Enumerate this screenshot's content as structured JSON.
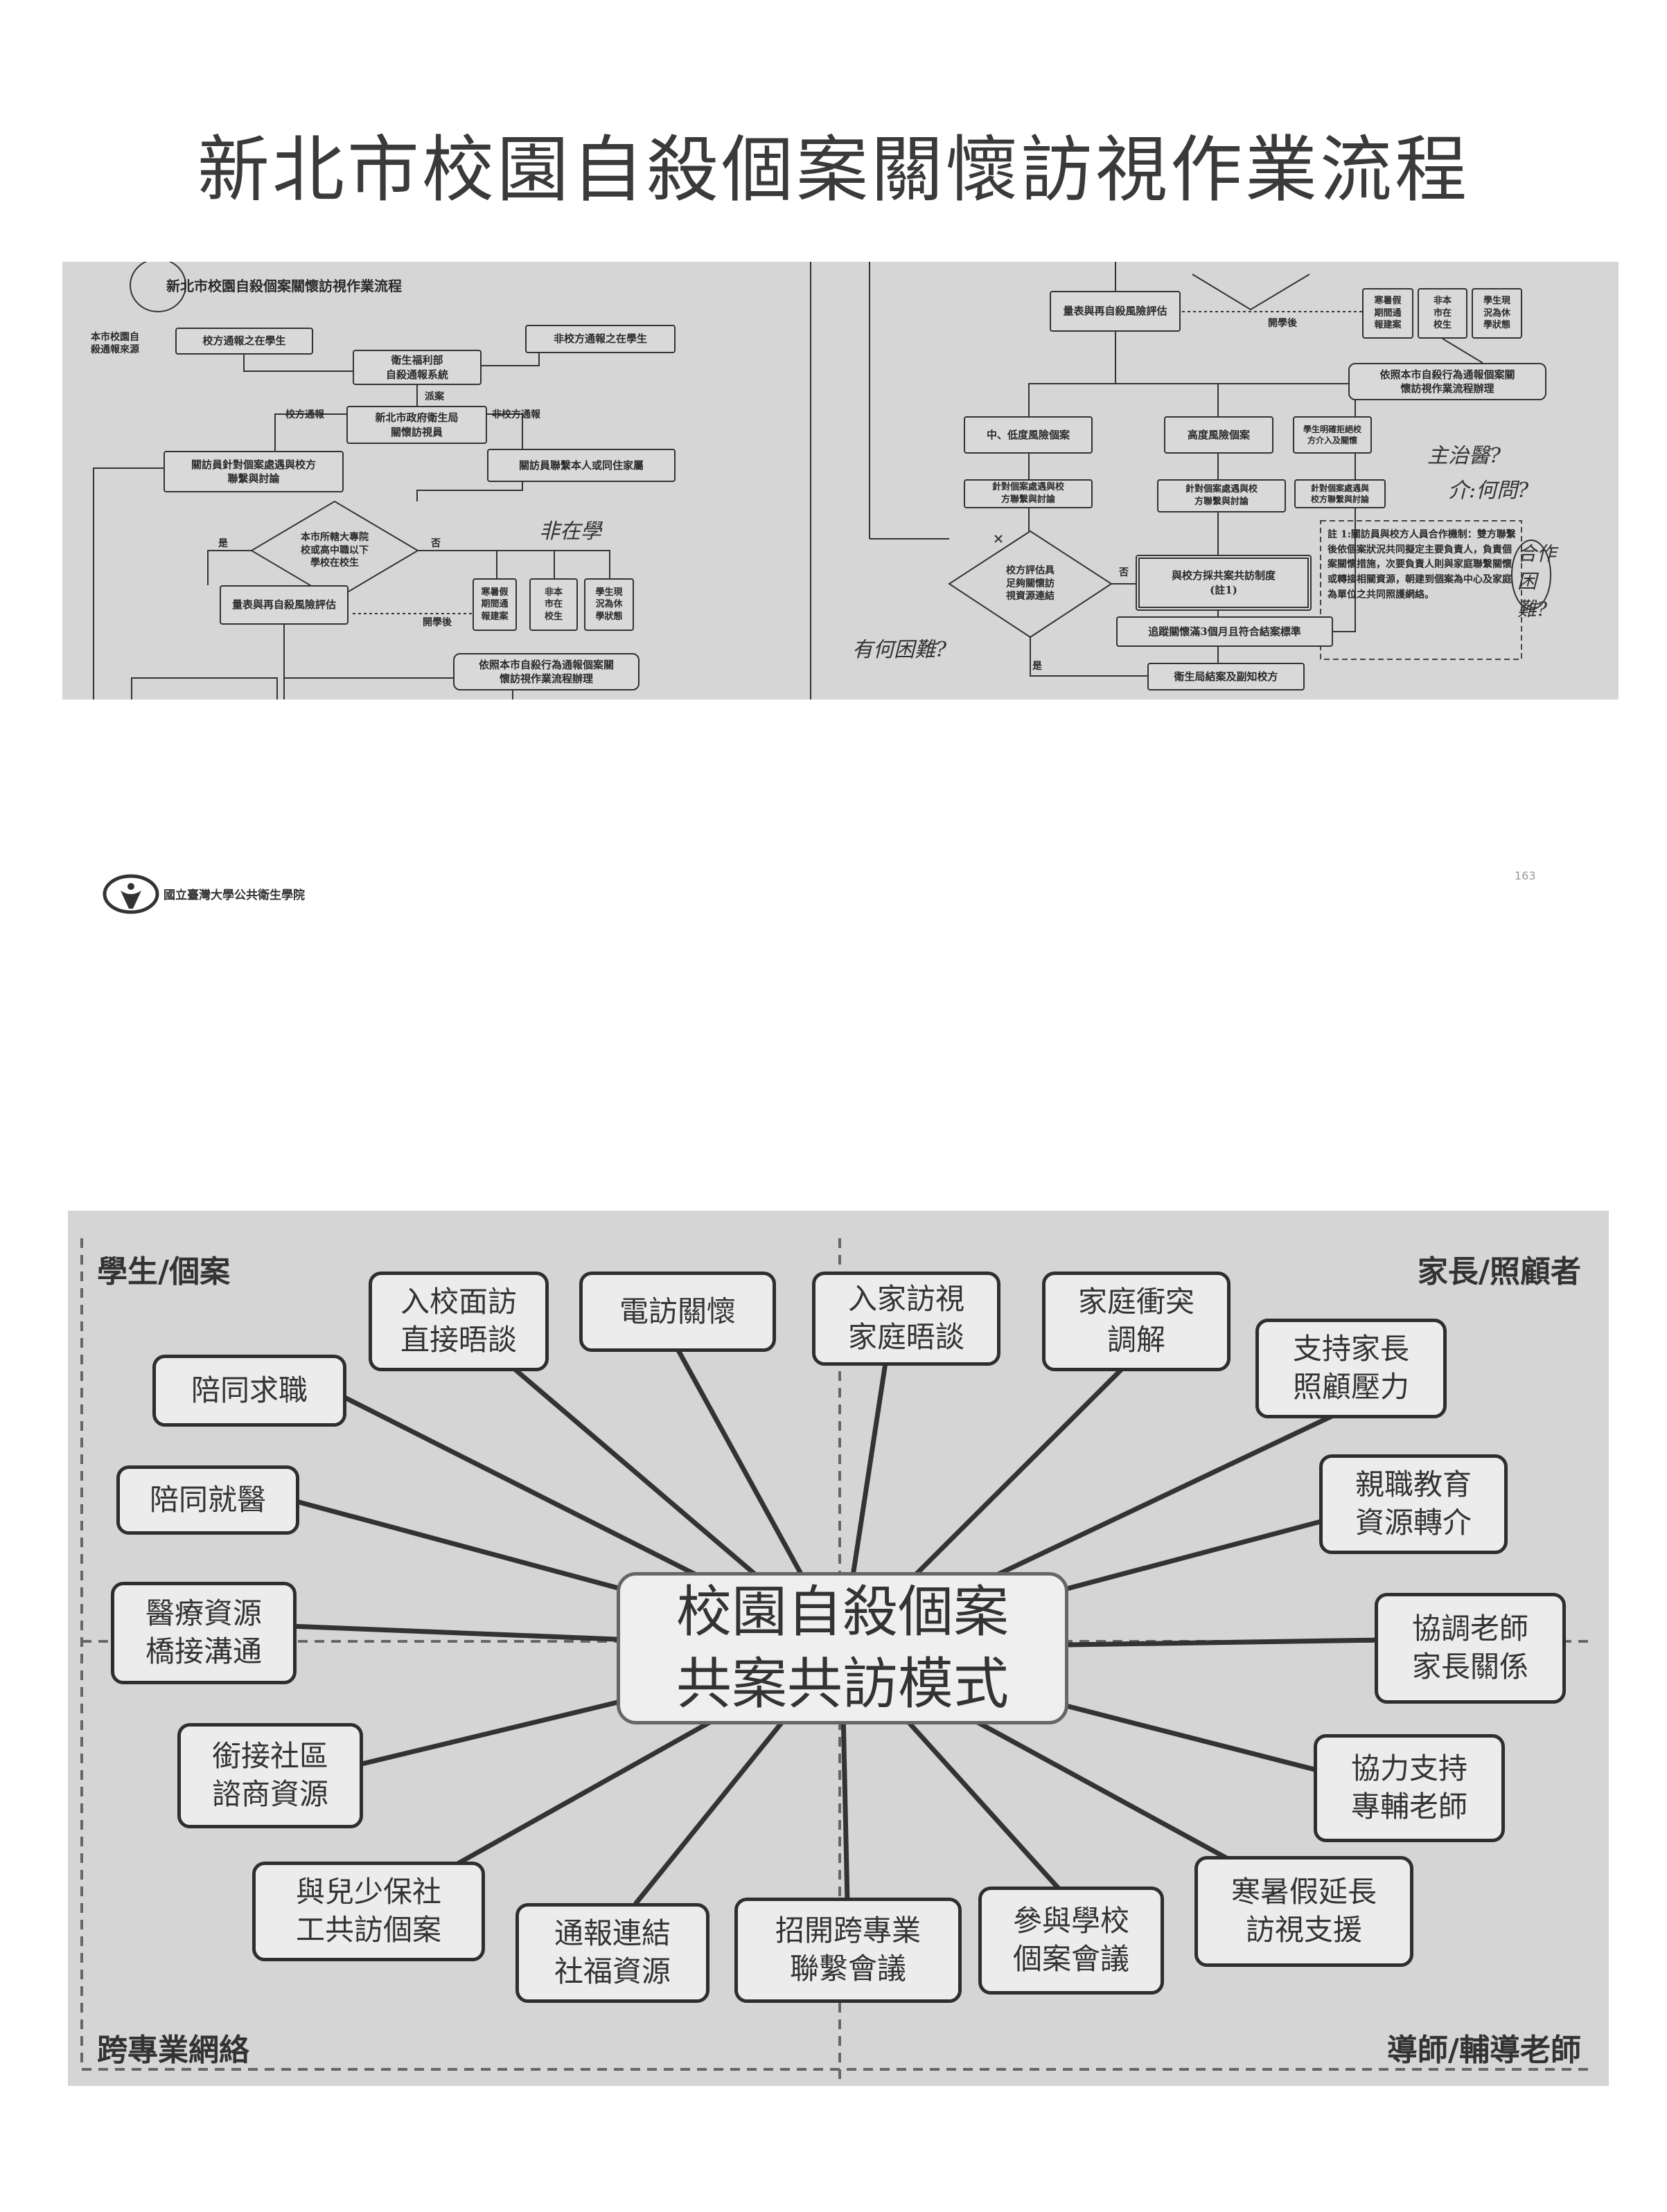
{
  "page_title": "新北市校園自殺個案關懷訪視作業流程",
  "flowchart": {
    "title": "新北市校園自殺個案關懷訪視作業流程",
    "left": {
      "source_label": "本市校園自\n殺通報來源",
      "school_reported": "校方通報之在學生",
      "non_school_reported": "非校方通報之在學生",
      "mohw_system": "衛生福利部\n自殺通報系統",
      "dispatch_label": "派案",
      "health_bureau": "新北市政府衛生局\n關懷訪視員",
      "school_report_label": "校方通報",
      "non_school_report_label": "非校方通報",
      "visitor_school": "關訪員針對個案處遇與校方\n聯繫與討論",
      "visitor_family": "關訪員聯繫本人或同住家屬",
      "decision": "本市所轄大專院\n校或高中職以下\n學校在校生",
      "yes_label": "是",
      "no_label": "否",
      "assessment": "量表與再自殺風險評估",
      "after_school_start": "開學後",
      "holiday": "寒暑假\n期間通\n報建案",
      "non_city": "非本\n市在\n校生",
      "suspended": "學生現\n況為休\n學狀態",
      "follow_procedure": "依照本市自殺行為通報個案關\n懷訪視作業流程辦理"
    },
    "right": {
      "assessment": "量表與再自殺風險評估",
      "after_school_start": "開學後",
      "holiday": "寒暑假\n期間通\n報建案",
      "non_city": "非本\n市在\n校生",
      "suspended": "學生現\n況為休\n學狀態",
      "follow_procedure": "依照本市自殺行為通報個案關\n懷訪視作業流程辦理",
      "mid_low_risk": "中、低度風險個案",
      "high_risk": "高度風險個案",
      "refused": "學生明確拒絕校\n方介入及關懷",
      "discuss_1": "針對個案處遇與校\n方聯繫與討論",
      "discuss_2": "針對個案處遇與校\n方聯繫與討論",
      "discuss_3": "針對個案處遇與\n校方聯繫與討論",
      "decision": "校方評估具\n足夠關懷訪\n視資源連結",
      "no_label": "否",
      "yes_label": "是",
      "co_visit": "與校方採共案共訪制度\n(註1)",
      "follow_up": "追蹤關懷滿3個月且符合結案標準",
      "close_case": "衛生局結案及副知校方",
      "note": "註 1:關訪員與校方人員合作機制：雙方聯繫後依個案狀況共同擬定主要負責人，負責個案關懷措施，次要負責人則與家庭聯繫關懷或轉接相關資源，朝建到個案為中心及家庭為單位之共同照護網絡。"
    },
    "handwritten": {
      "not_in_school": "非在學",
      "attending_doctor": "主治醫?",
      "referral_question": "介:何問?",
      "cooperation_difficulty": "合作困難?",
      "what_difficulty": "有何困難?"
    }
  },
  "footer": {
    "institution": "國立臺灣大學公共衛生學院",
    "page_number": "163"
  },
  "diagram": {
    "center": "校園自殺個案\n共案共訪模式",
    "corners": {
      "top_left": "學生/個案",
      "top_right": "家長/照顧者",
      "bottom_left": "跨專業網絡",
      "bottom_right": "導師/輔導老師"
    },
    "nodes": [
      "入校面訪\n直接晤談",
      "電訪關懷",
      "入家訪視\n家庭晤談",
      "家庭衝突\n調解",
      "支持家長\n照顧壓力",
      "親職教育\n資源轉介",
      "協調老師\n家長關係",
      "協力支持\n專輔老師",
      "寒暑假延長\n訪視支援",
      "參與學校\n個案會議",
      "招開跨專業\n聯繫會議",
      "通報連結\n社福資源",
      "與兒少保社\n工共訪個案",
      "銜接社區\n諮商資源",
      "醫療資源\n橋接溝通",
      "陪同就醫",
      "陪同求職"
    ]
  }
}
